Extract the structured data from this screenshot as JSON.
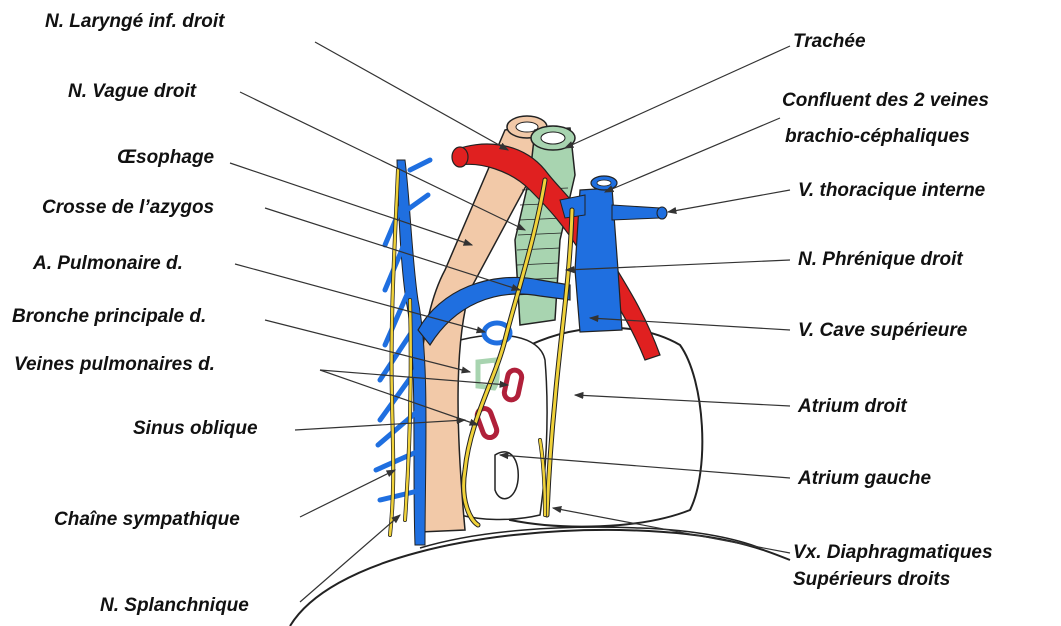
{
  "colors": {
    "vein": "#1f6fe0",
    "artery": "#e02020",
    "nerve": "#f0d23a",
    "esophagus": "#f2c9a8",
    "trachea": "#a8d4b0",
    "heart": "#ffffff",
    "pulmonary_vein": "#b0203a",
    "outline": "#222222"
  },
  "labels": {
    "n_larynge": "N. Laryngé inf. droit",
    "n_vague": "N. Vague droit",
    "oesophage": "Œsophage",
    "crosse_azygos": "Crosse de l’azygos",
    "a_pulmonaire": "A. Pulmonaire d.",
    "bronche": "Bronche principale d.",
    "veines_pulm": "Veines pulmonaires d.",
    "sinus": "Sinus oblique",
    "chaine": "Chaîne sympathique",
    "splanchnique": "N. Splanchnique",
    "trachee": "Trachée",
    "confluent_1": "Confluent des 2 veines",
    "confluent_2": "brachio-céphaliques",
    "v_thoracique": "V. thoracique interne",
    "n_phrenique": "N. Phrénique droit",
    "v_cave": "V. Cave supérieure",
    "atrium_droit": "Atrium droit",
    "atrium_gauche": "Atrium gauche",
    "vx_diaphragm_1": "Vx. Diaphragmatiques",
    "vx_diaphragm_2": "Supérieurs droits"
  }
}
